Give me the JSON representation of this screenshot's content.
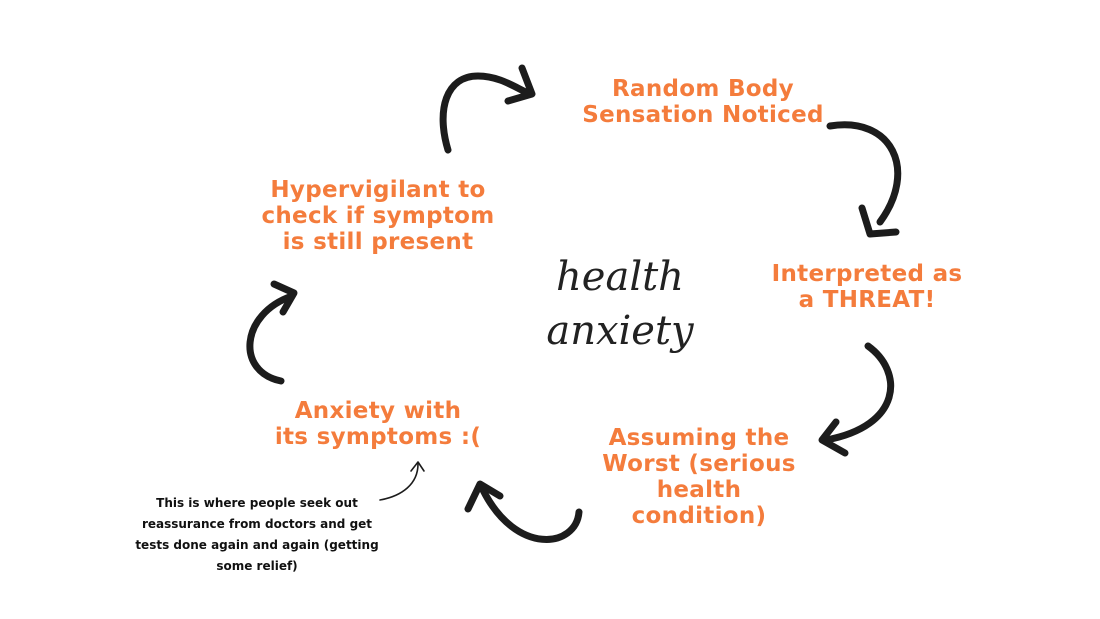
{
  "diagram": {
    "center_label": [
      "health",
      "anxiety"
    ],
    "nodes": [
      {
        "id": "random-body-sensation",
        "lines": [
          "Random Body",
          "Sensation Noticed"
        ]
      },
      {
        "id": "interpreted-as-threat",
        "lines": [
          "Interpreted as",
          "a THREAT!"
        ]
      },
      {
        "id": "assuming-the-worst",
        "lines": [
          "Assuming the",
          "Worst (serious",
          "health",
          "condition)"
        ]
      },
      {
        "id": "anxiety-with-symptoms",
        "lines": [
          "Anxiety with",
          "its symptoms :("
        ]
      },
      {
        "id": "hypervigilant",
        "lines": [
          "Hypervigilant to",
          "check if symptom",
          "is still present"
        ]
      }
    ],
    "note": {
      "lines": [
        "This is where people seek out",
        "reassurance from doctors and get",
        "tests done again and again (getting",
        "some relief)"
      ]
    },
    "colors": {
      "node_text": "#f47c3c",
      "arrow": "#1c1c1c",
      "center_text": "#222222",
      "background": "#ffffff"
    }
  }
}
